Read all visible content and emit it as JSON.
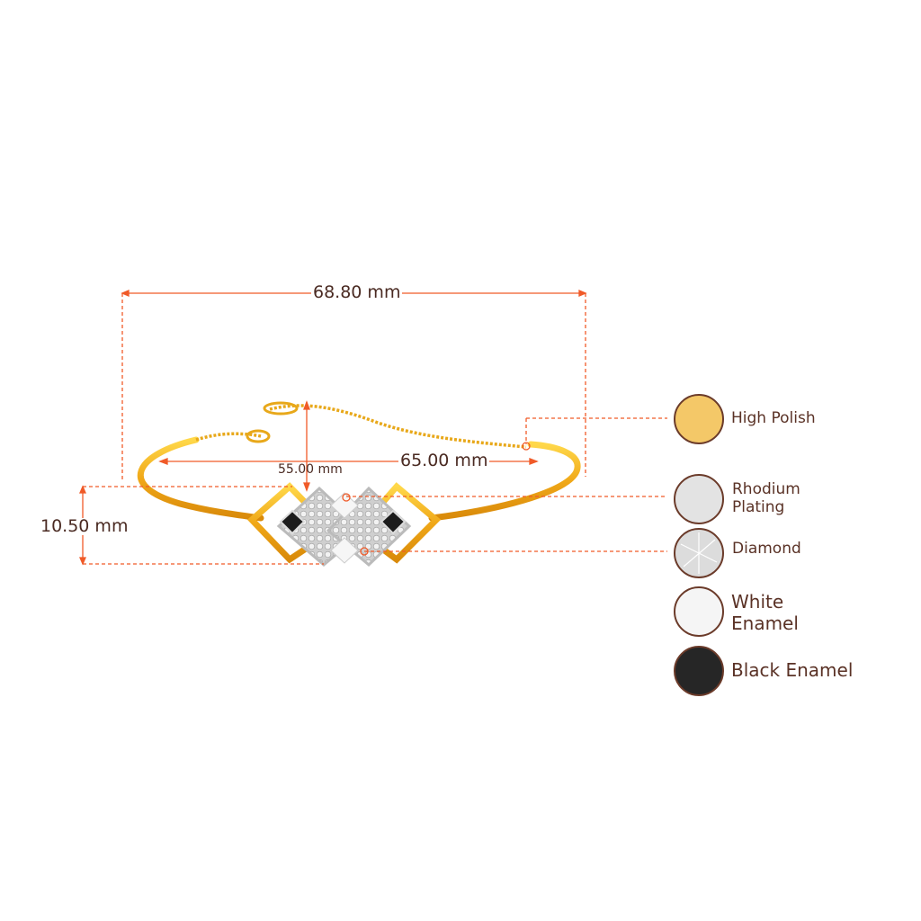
{
  "dimensions": {
    "overall_width": "68.80 mm",
    "inner_width": "65.00 mm",
    "inner_height": "55.00 mm",
    "motif_height": "10.50 mm"
  },
  "legend": [
    {
      "label": "High Polish",
      "color": "#f4c868"
    },
    {
      "label": "Rhodium\nPlating",
      "line1": "Rhodium",
      "line2": "Plating",
      "color": "#e3e3e3"
    },
    {
      "label": "Diamond",
      "color": "#d8d8d8"
    },
    {
      "label": "White\nEnamel",
      "line1": "White",
      "line2": "Enamel",
      "color": "#f4f4f4"
    },
    {
      "label": "Black Enamel",
      "color": "#2a2a2a"
    }
  ],
  "colors": {
    "dimension_line": "#f05a28",
    "gold": "#f2b81c",
    "text": "#4a2a22"
  }
}
